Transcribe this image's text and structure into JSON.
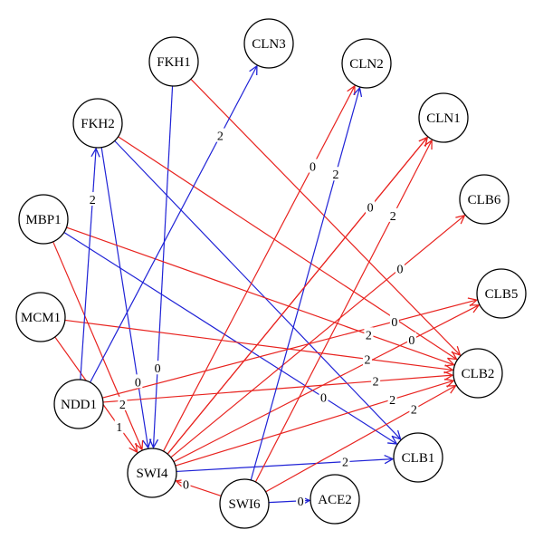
{
  "colors": {
    "red": "#e8231f",
    "blue": "#1f22d6"
  },
  "nodes": [
    {
      "id": "FKH1",
      "label": "FKH1"
    },
    {
      "id": "CLN3",
      "label": "CLN3"
    },
    {
      "id": "CLN2",
      "label": "CLN2"
    },
    {
      "id": "FKH2",
      "label": "FKH2"
    },
    {
      "id": "CLN1",
      "label": "CLN1"
    },
    {
      "id": "CLB6",
      "label": "CLB6"
    },
    {
      "id": "MBP1",
      "label": "MBP1"
    },
    {
      "id": "CLB5",
      "label": "CLB5"
    },
    {
      "id": "MCM1",
      "label": "MCM1"
    },
    {
      "id": "NDD1",
      "label": "NDD1"
    },
    {
      "id": "CLB2",
      "label": "CLB2"
    },
    {
      "id": "CLB1",
      "label": "CLB1"
    },
    {
      "id": "SWI4",
      "label": "SWI4"
    },
    {
      "id": "SWI6",
      "label": "SWI6"
    },
    {
      "id": "ACE2",
      "label": "ACE2"
    }
  ],
  "edges": [
    {
      "from": "FKH1",
      "to": "SWI4",
      "color": "blue",
      "label": "0"
    },
    {
      "from": "FKH1",
      "to": "CLB2",
      "color": "red",
      "label": ""
    },
    {
      "from": "FKH2",
      "to": "SWI4",
      "color": "blue",
      "label": "0"
    },
    {
      "from": "FKH2",
      "to": "CLB2",
      "color": "red",
      "label": ""
    },
    {
      "from": "FKH2",
      "to": "CLB1",
      "color": "blue",
      "label": ""
    },
    {
      "from": "MBP1",
      "to": "SWI4",
      "color": "red",
      "label": "2"
    },
    {
      "from": "MBP1",
      "to": "CLB2",
      "color": "red",
      "label": "2"
    },
    {
      "from": "MBP1",
      "to": "CLB1",
      "color": "blue",
      "label": "0"
    },
    {
      "from": "MCM1",
      "to": "SWI4",
      "color": "red",
      "label": "1"
    },
    {
      "from": "MCM1",
      "to": "CLB2",
      "color": "red",
      "label": "2"
    },
    {
      "from": "NDD1",
      "to": "FKH2",
      "color": "blue",
      "label": "2"
    },
    {
      "from": "NDD1",
      "to": "CLN3",
      "color": "blue",
      "label": "2"
    },
    {
      "from": "NDD1",
      "to": "CLB2",
      "color": "red",
      "label": "2"
    },
    {
      "from": "SWI4",
      "to": "CLN2",
      "color": "red",
      "label": "0"
    },
    {
      "from": "SWI4",
      "to": "CLN1",
      "color": "red",
      "label": "2"
    },
    {
      "from": "SWI4",
      "to": "CLB6",
      "color": "red",
      "label": "0"
    },
    {
      "from": "SWI4",
      "to": "CLB5",
      "color": "red",
      "label": "0"
    },
    {
      "from": "SWI4",
      "to": "CLB2",
      "color": "red",
      "label": "2"
    },
    {
      "from": "SWI4",
      "to": "CLB1",
      "color": "blue",
      "label": "2"
    },
    {
      "from": "SWI6",
      "to": "SWI4",
      "color": "red",
      "label": "0"
    },
    {
      "from": "SWI6",
      "to": "ACE2",
      "color": "blue",
      "label": "0"
    },
    {
      "from": "SWI6",
      "to": "CLN2",
      "color": "blue",
      "label": "2"
    },
    {
      "from": "SWI6",
      "to": "CLN1",
      "color": "red",
      "label": "2"
    },
    {
      "from": "SWI6",
      "to": "CLB2",
      "color": "red",
      "label": "2"
    },
    {
      "from": "SWI4",
      "to": "CLN1",
      "color": "red",
      "label": "0"
    },
    {
      "from": "NDD1",
      "to": "CLB5",
      "color": "red",
      "label": "0"
    }
  ]
}
